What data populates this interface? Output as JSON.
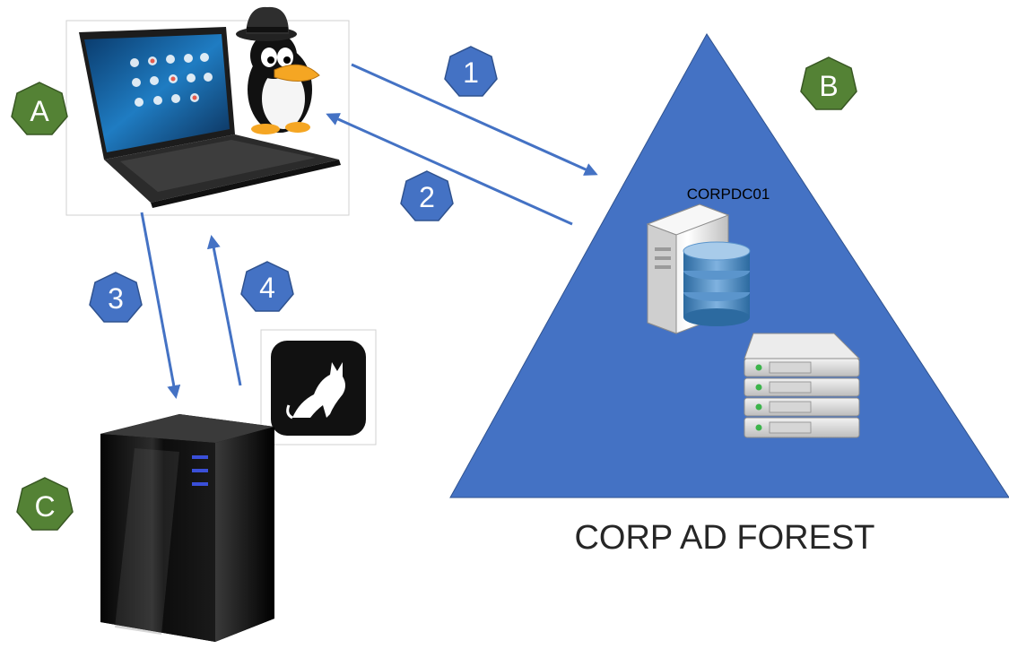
{
  "labels": {
    "node_a": "A",
    "node_b": "B",
    "node_c": "C"
  },
  "steps": [
    "1",
    "2",
    "3",
    "4"
  ],
  "server_name": "CORPDC01",
  "forest_caption": "CORP AD FOREST",
  "colors": {
    "triangle": "#4472c4",
    "arrow": "#4472c4",
    "step_badge": "#4472c4",
    "node_badge": "#548235",
    "badge_border": "#385723"
  },
  "icons": {
    "workstation": "laptop-icon",
    "attacker": "linux-penguin-icon",
    "dc": "domain-controller-icon",
    "servers": "server-rack-icon",
    "c2_server": "tower-server-icon",
    "tool": "cat-tool-icon"
  }
}
